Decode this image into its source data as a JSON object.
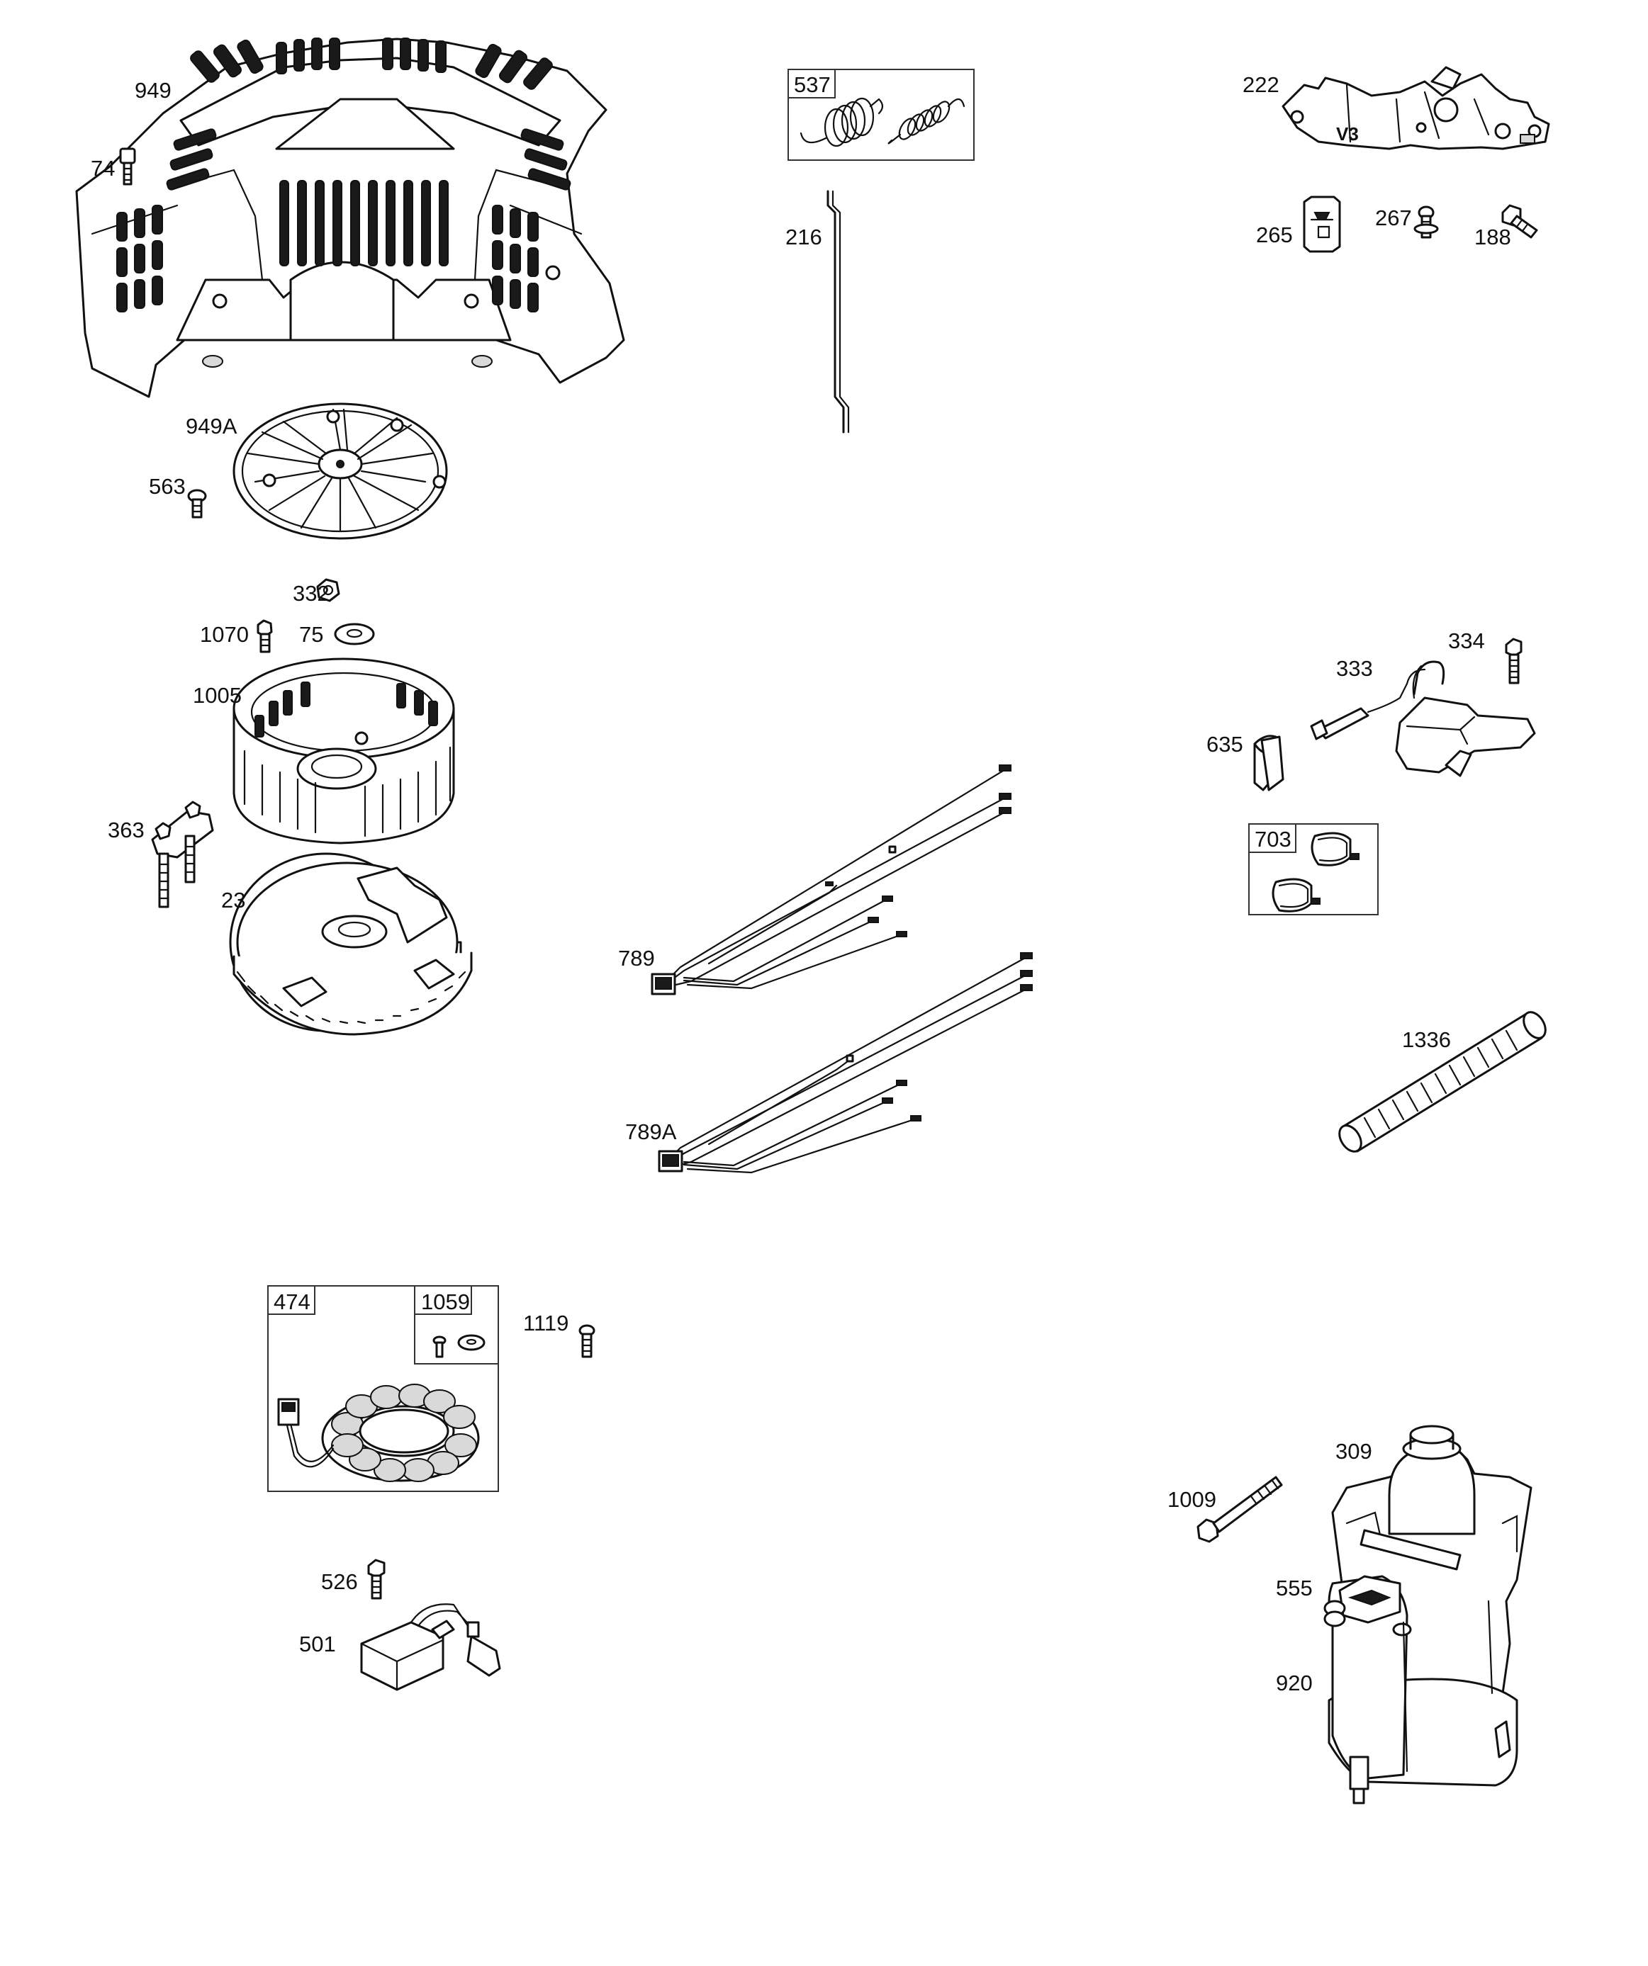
{
  "labels": {
    "p949": "949",
    "p74": "74",
    "p949a": "949A",
    "p563": "563",
    "p332": "332",
    "p1070": "1070",
    "p75": "75",
    "p1005": "1005",
    "p363": "363",
    "p23": "23",
    "p537": "537",
    "p216": "216",
    "p789": "789",
    "p789a": "789A",
    "p222": "222",
    "p265": "265",
    "p267": "267",
    "p188": "188",
    "p334": "334",
    "p333": "333",
    "p635": "635",
    "p703": "703",
    "p1336": "1336",
    "p474": "474",
    "p1059": "1059",
    "p1119": "1119",
    "p526": "526",
    "p501": "501",
    "p309": "309",
    "p1009": "1009",
    "p555": "555",
    "p920": "920"
  },
  "bracket_mark": "V3",
  "line_color": "#111111",
  "background": "#ffffff"
}
